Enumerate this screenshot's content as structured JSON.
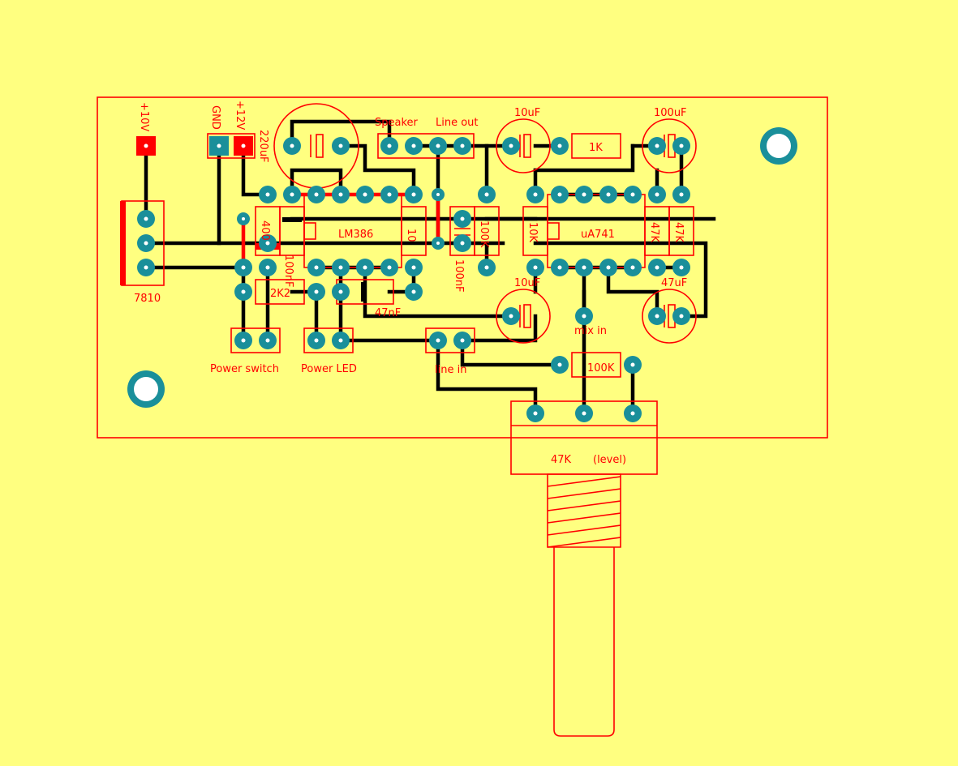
{
  "board": {
    "colors": {
      "background": "#ffff80",
      "outline": "#ff0000",
      "trace": "#000000",
      "pad": "#1a8f9a",
      "square_pad": "#ff0000"
    }
  },
  "labels": {
    "plus10v": "+10V",
    "gnd": "GND",
    "plus12v": "+12V",
    "cap_220uf": "220uF",
    "speaker": "Speaker",
    "line_out": "Line out",
    "cap_10uf_top": "10uF",
    "res_1k": "1K",
    "cap_100uf": "100uF",
    "lm386": "LM386",
    "res_400": "400",
    "res_10": "10",
    "res_100k_a": "100K",
    "res_10k": "10K",
    "ua741": "uA741",
    "res_47k_a": "47K",
    "res_47k_b": "47K",
    "cap_100nf_a": "100nF",
    "cap_100nf_b": "100nF",
    "res_2k2": "2K2",
    "cap_47nf": "47nF",
    "cap_10uf_mid": "10uF",
    "cap_47uf": "47uF",
    "mix_in": "mix in",
    "reg_7810": "7810",
    "power_switch": "Power switch",
    "power_led": "Power LED",
    "line_in": "line in",
    "res_100k_b": "100K",
    "pot_label": "47K",
    "pot_level": "(level)"
  }
}
